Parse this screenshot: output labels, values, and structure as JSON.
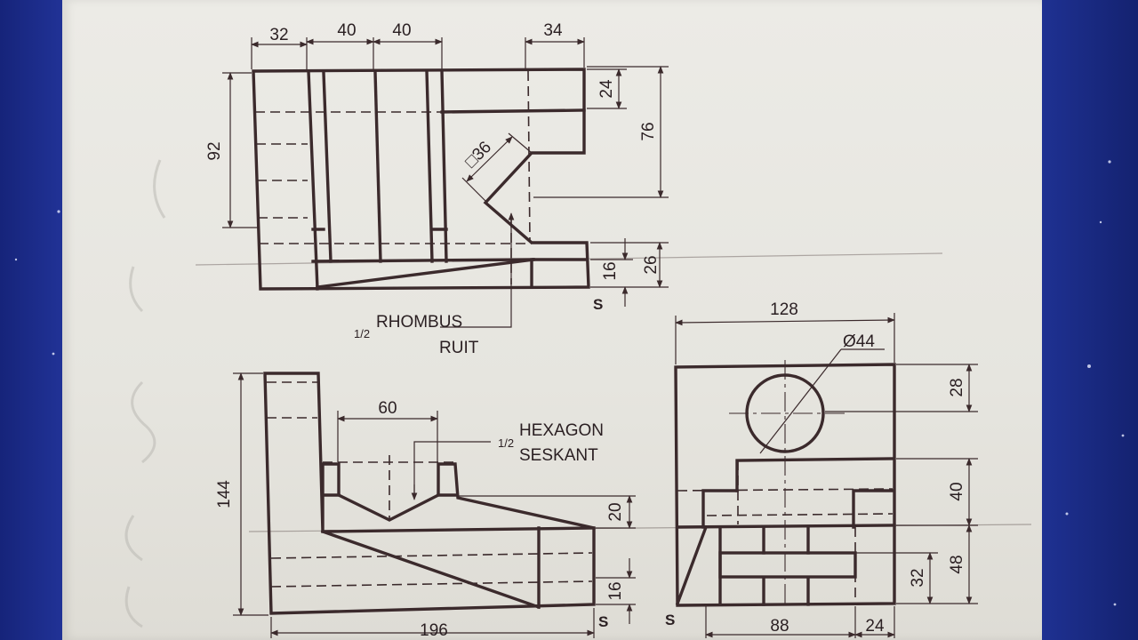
{
  "dimensions": {
    "top_32": "32",
    "top_40a": "40",
    "top_40b": "40",
    "top_34": "34",
    "top_24": "24",
    "top_76": "76",
    "top_92": "92",
    "top_sq36": "□36",
    "top_16": "16",
    "top_26": "26",
    "front_60": "60",
    "front_144": "144",
    "front_20": "20",
    "front_16": "16",
    "front_196": "196",
    "side_128": "128",
    "side_dia44": "Ø44",
    "side_28": "28",
    "side_40": "40",
    "side_48": "48",
    "side_32": "32",
    "side_88": "88",
    "side_24": "24"
  },
  "labels": {
    "rhombus_fraction": "1/2",
    "rhombus_line1": "RHOMBUS",
    "rhombus_line2": "RUIT",
    "hexagon_fraction": "1/2",
    "hexagon_line1": "HEXAGON",
    "hexagon_line2": "SESKANT",
    "s_top": "S",
    "s_front": "S",
    "s_side": "S"
  },
  "colors": {
    "background": "#1d2d8a",
    "paper": "#ecebe6",
    "ink": "#3b2a2c"
  }
}
